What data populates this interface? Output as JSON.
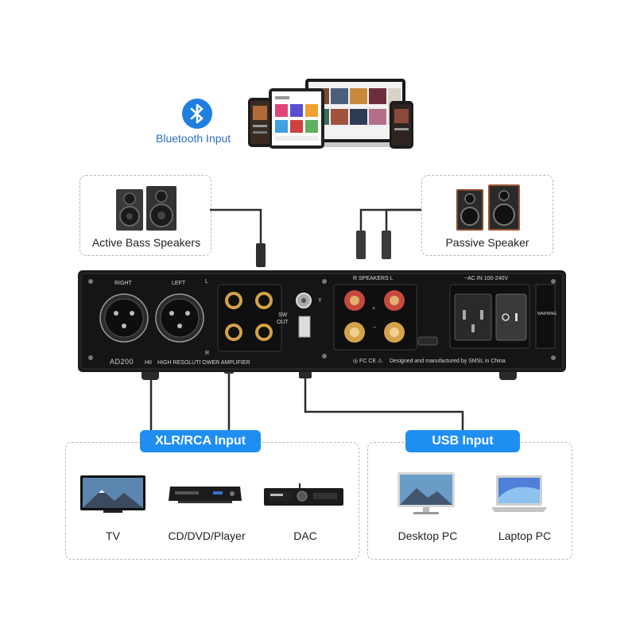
{
  "bluetooth": {
    "label": "Bluetooth Input",
    "icon": "bluetooth-icon"
  },
  "top_left_box": {
    "label": "Active Bass Speakers"
  },
  "top_right_box": {
    "label": "Passive Speaker"
  },
  "amplifier": {
    "right_label": "RIGHT",
    "left_label": "LEFT",
    "l_marker": "L",
    "r_marker": "R",
    "sw_out": "SW\nOUT",
    "y_marker": "Y",
    "speakers_label": "R  SPEAKERS  L",
    "power_label": "~AC IN 100-240V",
    "model_text": "AD200",
    "desc_text": "HIGH RESOLUTI   OWER AMPLIFIER",
    "model_suffix": "HII",
    "maker_text": "Designed and manufactured by SMSL in China",
    "warning_text": "WARNING"
  },
  "bottom_left": {
    "pill": "XLR/RCA Input",
    "devices": [
      "TV",
      "CD/DVD/Player",
      "DAC"
    ]
  },
  "bottom_right": {
    "pill": "USB Input",
    "devices": [
      "Desktop PC",
      "Laptop PC"
    ]
  },
  "colors": {
    "accent": "#1f8ef1",
    "amp_body": "#1b1b1d",
    "gold": "#d4a24a",
    "red_post": "#c9483d",
    "line": "#2b2b2b"
  }
}
